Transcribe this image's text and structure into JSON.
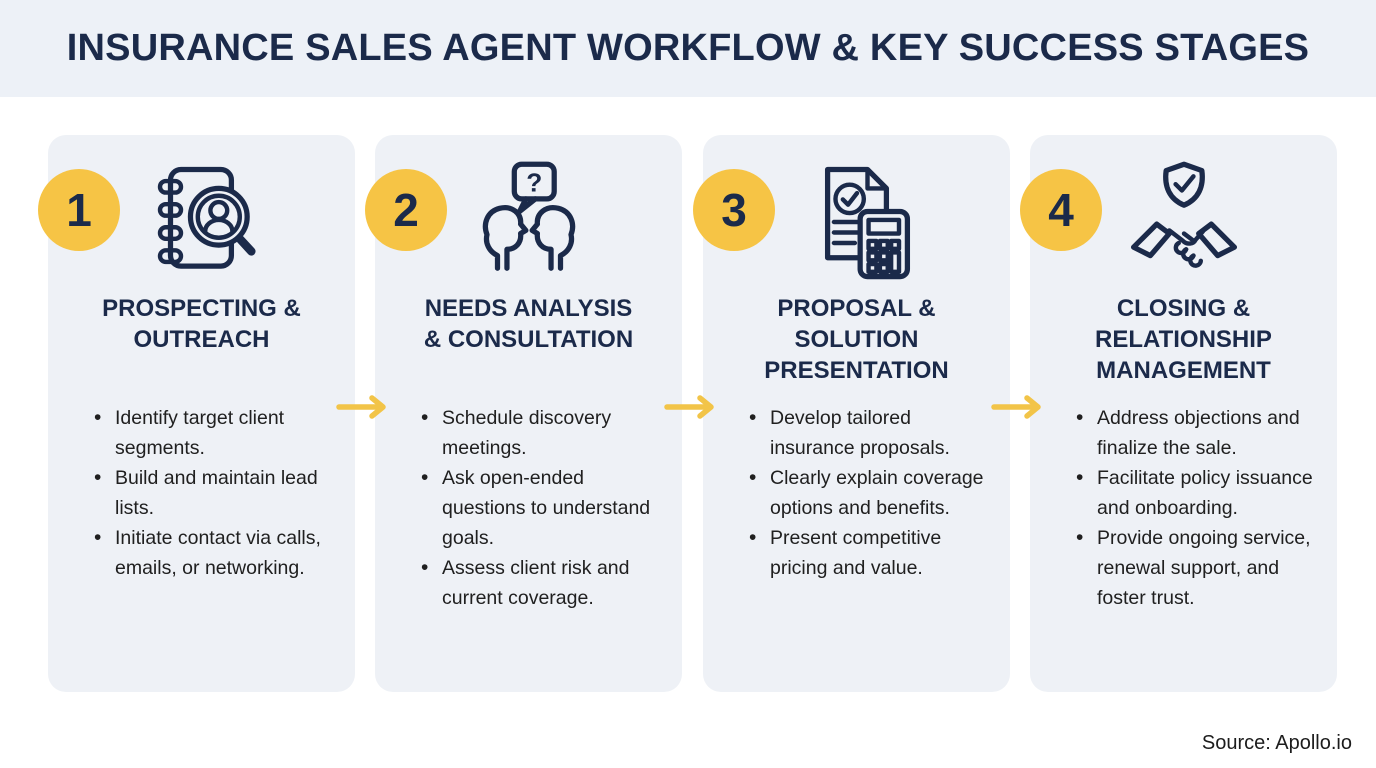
{
  "header": {
    "title": "INSURANCE SALES AGENT WORKFLOW & KEY SUCCESS STAGES"
  },
  "footer": {
    "source": "Source: Apollo.io"
  },
  "colors": {
    "navy": "#1b2a4a",
    "badge_yellow": "#f6c445",
    "arrow_yellow": "#f2c448",
    "card_background": "#eef1f6",
    "header_background": "#edf1f7",
    "body_text": "#202020"
  },
  "stages": [
    {
      "number": "1",
      "icon": "contact-book-magnifier-icon",
      "title": "PROSPECTING &\nOUTREACH",
      "bullets": [
        "Identify target client segments.",
        "Build and maintain lead lists.",
        "Initiate contact via calls, emails, or networking."
      ]
    },
    {
      "number": "2",
      "icon": "conversation-question-icon",
      "title": "NEEDS ANALYSIS\n& CONSULTATION",
      "bullets": [
        "Schedule discovery meetings.",
        "Ask open-ended questions to understand goals.",
        "Assess client risk and current coverage."
      ]
    },
    {
      "number": "3",
      "icon": "document-calculator-icon",
      "title": "PROPOSAL &\nSOLUTION\nPRESENTATION",
      "bullets": [
        "Develop tailored insurance proposals.",
        "Clearly explain coverage options and benefits.",
        "Present competitive pricing and value."
      ]
    },
    {
      "number": "4",
      "icon": "shield-handshake-icon",
      "title": "CLOSING &\nRELATIONSHIP\nMANAGEMENT",
      "bullets": [
        "Address objections and finalize the sale.",
        "Facilitate policy issuance and onboarding.",
        "Provide ongoing service, renewal support, and foster trust."
      ]
    }
  ]
}
